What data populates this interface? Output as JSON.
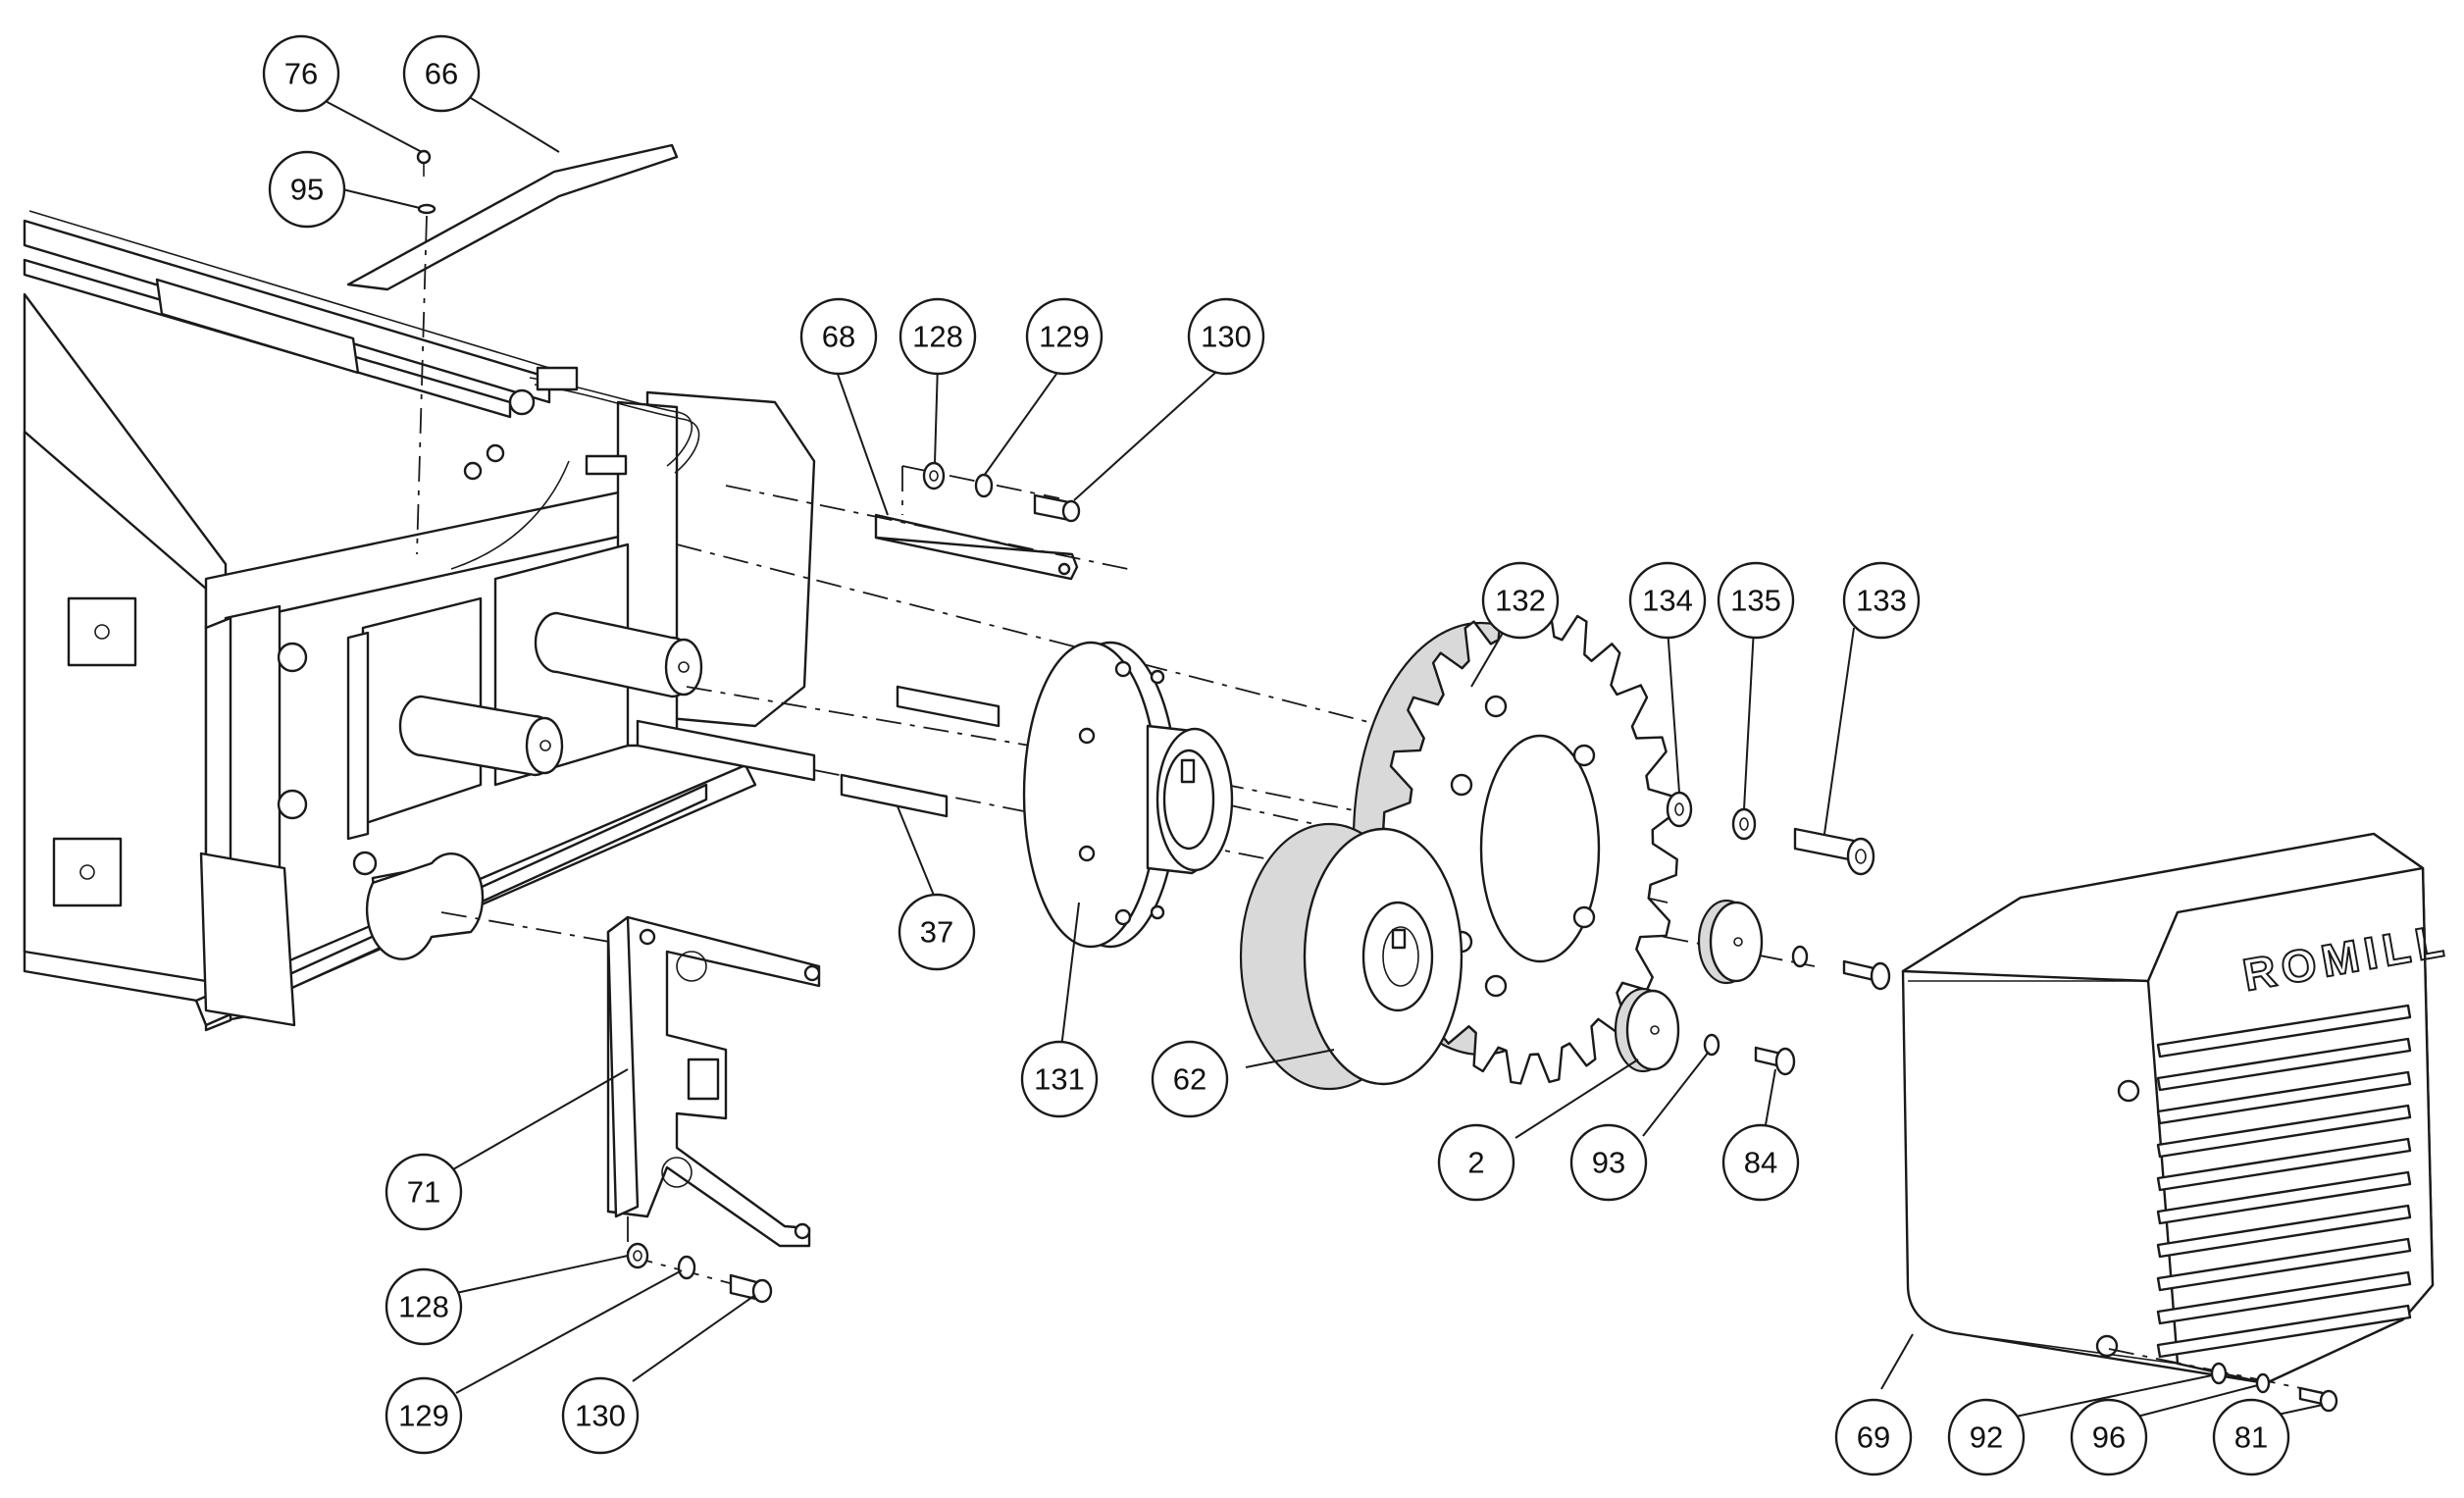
{
  "diagram": {
    "brand_marking": "ROMILL",
    "callouts": [
      {
        "id": "c76",
        "label": "76"
      },
      {
        "id": "c66",
        "label": "66"
      },
      {
        "id": "c95",
        "label": "95"
      },
      {
        "id": "c68",
        "label": "68"
      },
      {
        "id": "c128a",
        "label": "128"
      },
      {
        "id": "c129a",
        "label": "129"
      },
      {
        "id": "c130a",
        "label": "130"
      },
      {
        "id": "c132",
        "label": "132"
      },
      {
        "id": "c134",
        "label": "134"
      },
      {
        "id": "c135",
        "label": "135"
      },
      {
        "id": "c133",
        "label": "133"
      },
      {
        "id": "c37",
        "label": "37"
      },
      {
        "id": "c131",
        "label": "131"
      },
      {
        "id": "c62",
        "label": "62"
      },
      {
        "id": "c71",
        "label": "71"
      },
      {
        "id": "c2",
        "label": "2"
      },
      {
        "id": "c93",
        "label": "93"
      },
      {
        "id": "c84",
        "label": "84"
      },
      {
        "id": "c128b",
        "label": "128"
      },
      {
        "id": "c129b",
        "label": "129"
      },
      {
        "id": "c130b",
        "label": "130"
      },
      {
        "id": "c69",
        "label": "69"
      },
      {
        "id": "c92",
        "label": "92"
      },
      {
        "id": "c96",
        "label": "96"
      },
      {
        "id": "c81",
        "label": "81"
      }
    ]
  }
}
